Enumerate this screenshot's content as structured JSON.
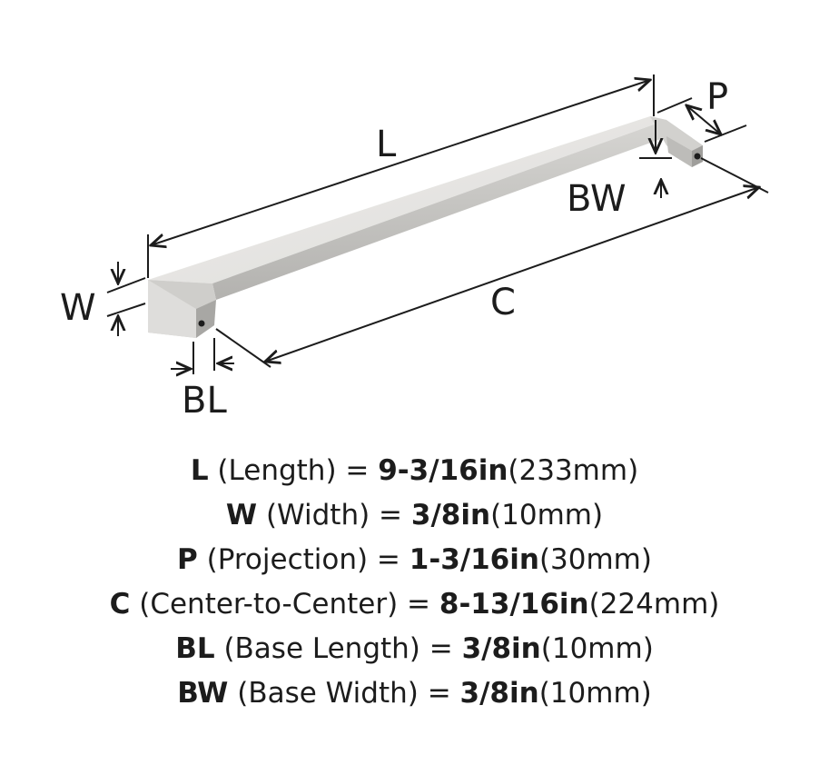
{
  "diagram": {
    "labels": {
      "L": "L",
      "P": "P",
      "W": "W",
      "C": "C",
      "BL": "BL",
      "BW": "BW"
    }
  },
  "specs": [
    {
      "key": "L",
      "name": " (Length) = ",
      "imperial": "9-3/16in",
      "metric": "(233mm)"
    },
    {
      "key": "W",
      "name": " (Width) = ",
      "imperial": "3/8in",
      "metric": "(10mm)"
    },
    {
      "key": "P",
      "name": " (Projection) = ",
      "imperial": "1-3/16in",
      "metric": "(30mm)"
    },
    {
      "key": "C",
      "name": " (Center-to-Center) = ",
      "imperial": "8-13/16in",
      "metric": "(224mm)"
    },
    {
      "key": "BL",
      "name": " (Base Length) = ",
      "imperial": "3/8in",
      "metric": "(10mm)"
    },
    {
      "key": "BW",
      "name": " (Base Width) = ",
      "imperial": "3/8in",
      "metric": "(10mm)"
    }
  ],
  "colors": {
    "ink": "#1c1c1c",
    "metal_light": "#e6e5e3",
    "metal_mid": "#d0cfcc",
    "metal_dark": "#a9a8a5"
  }
}
